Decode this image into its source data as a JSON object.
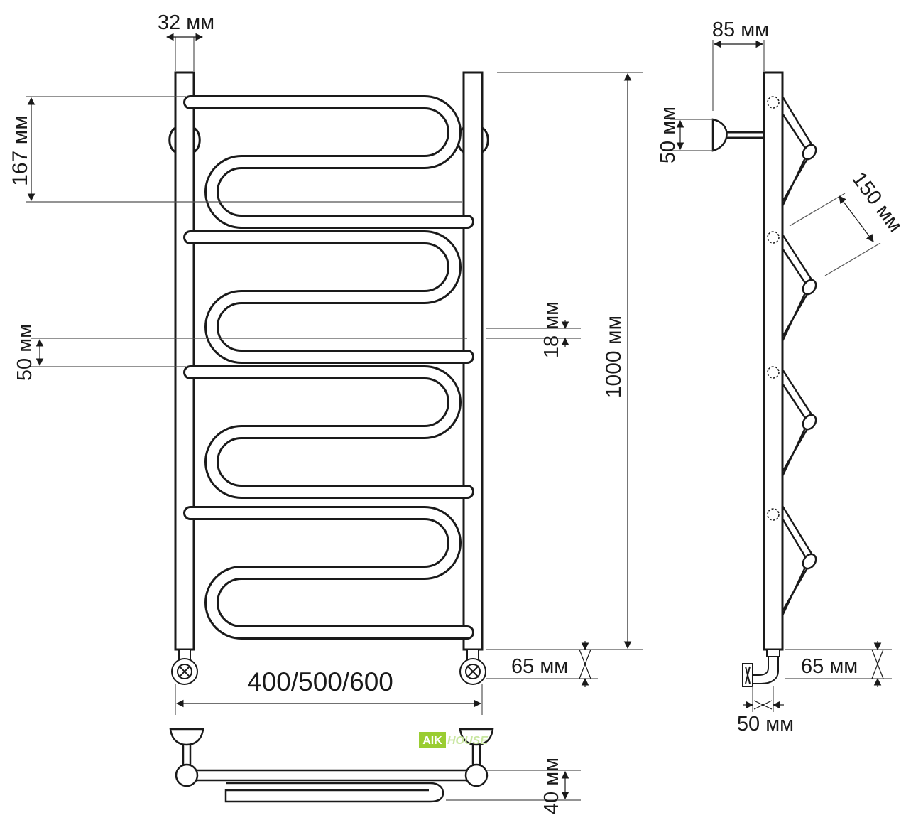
{
  "dimensions": {
    "pipe_diameter": "32 мм",
    "wall_offset": "85 мм",
    "rung_pitch": "167 мм",
    "bracket_height": "50 мм",
    "rail_gap": "50 мм",
    "rung_diameter": "18 мм",
    "total_height": "1000 мм",
    "zigzag_depth": "150 мм",
    "bottom_clearance_front": "65 мм",
    "bottom_clearance_side": "65 мм",
    "width_options": "400/500/600",
    "inlet_offset": "50 мм",
    "top_view_depth": "40 мм"
  },
  "watermark": {
    "brand": "AIK",
    "suffix": "HOUSE"
  },
  "colors": {
    "line": "#1a1a1a",
    "dim_line": "#555555",
    "watermark_green": "#9acd32"
  }
}
